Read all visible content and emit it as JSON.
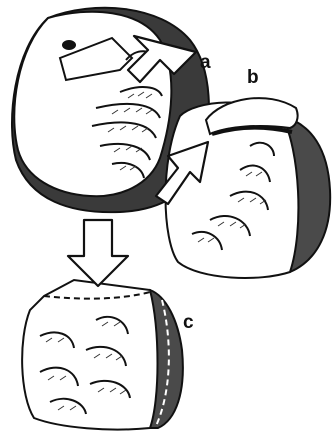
{
  "panels": [
    {
      "id": "a",
      "label": "a"
    },
    {
      "id": "b",
      "label": "b"
    },
    {
      "id": "c",
      "label": "c"
    }
  ],
  "colors": {
    "ink": "#151515",
    "cortex": "#3c3c3c",
    "paper": "#ffffff",
    "shade": "#8a8a8a"
  },
  "icons": [
    "arrow-icon"
  ]
}
